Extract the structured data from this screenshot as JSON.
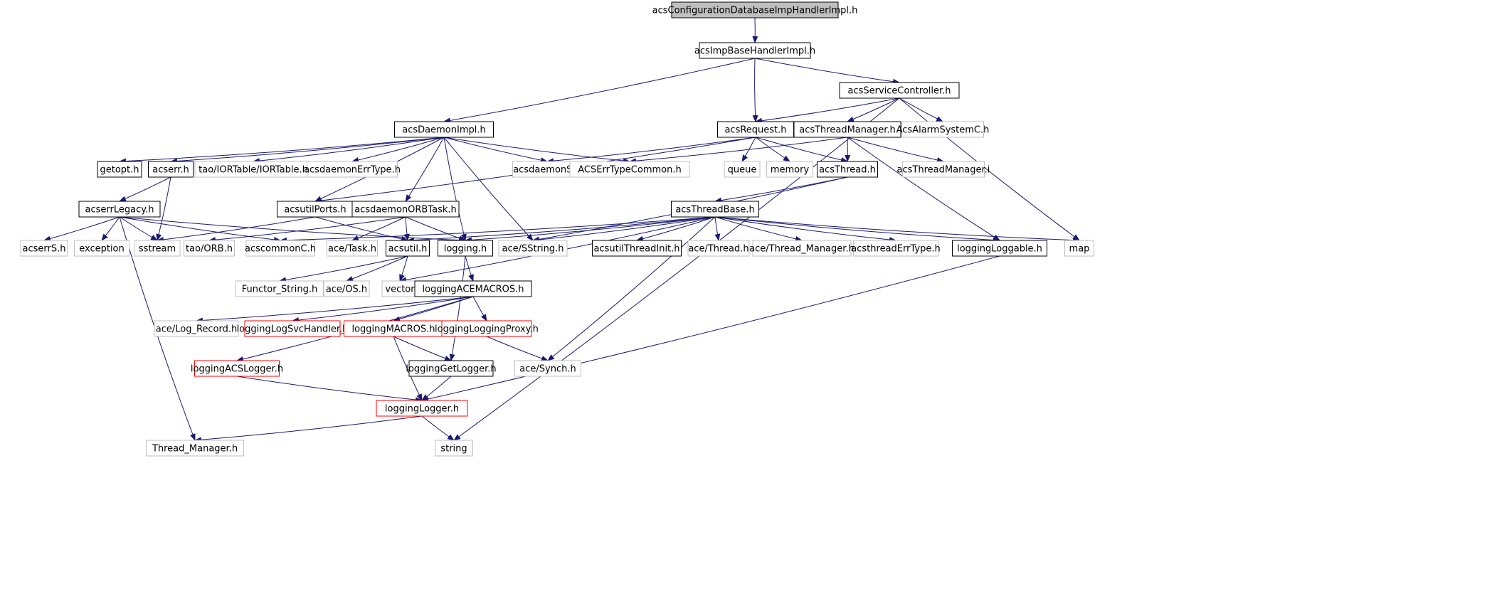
{
  "nodes": {
    "root": {
      "label": "acsConfigurationDatabaseImpHandlerImpl.h",
      "style": "root"
    },
    "impbase": {
      "label": "acsImpBaseHandlerImpl.h",
      "style": "normal"
    },
    "svcctrl": {
      "label": "acsServiceController.h",
      "style": "normal"
    },
    "daemon": {
      "label": "acsDaemonImpl.h",
      "style": "normal"
    },
    "request": {
      "label": "acsRequest.h",
      "style": "normal"
    },
    "thrmgr": {
      "label": "acsThreadManager.h",
      "style": "normal"
    },
    "alarmC": {
      "label": "AcsAlarmSystemC.h",
      "style": "external"
    },
    "getopt": {
      "label": "getopt.h",
      "style": "normal"
    },
    "acserr": {
      "label": "acserr.h",
      "style": "normal"
    },
    "iortable": {
      "label": "tao/IORTable/IORTable.h",
      "style": "external"
    },
    "daemonErr": {
      "label": "acsdaemonErrType.h",
      "style": "external"
    },
    "daemonS": {
      "label": "acsdaemonS.h",
      "style": "external"
    },
    "errCommon": {
      "label": "ACSErrTypeCommon.h",
      "style": "external"
    },
    "queue": {
      "label": "queue",
      "style": "external"
    },
    "memory": {
      "label": "memory",
      "style": "external"
    },
    "thread": {
      "label": "acsThread.h",
      "style": "normal"
    },
    "thrmgrI": {
      "label": "acsThreadManager.i",
      "style": "external"
    },
    "errLegacy": {
      "label": "acserrLegacy.h",
      "style": "normal"
    },
    "utilPorts": {
      "label": "acsutilPorts.h",
      "style": "normal"
    },
    "orbtask": {
      "label": "acsdaemonORBTask.h",
      "style": "normal"
    },
    "thrbase": {
      "label": "acsThreadBase.h",
      "style": "normal"
    },
    "acserrS": {
      "label": "acserrS.h",
      "style": "external"
    },
    "exception": {
      "label": "exception",
      "style": "external"
    },
    "sstream": {
      "label": "sstream",
      "style": "external"
    },
    "taoOrb": {
      "label": "tao/ORB.h",
      "style": "external"
    },
    "commonC": {
      "label": "acscommonC.h",
      "style": "external"
    },
    "aceTask": {
      "label": "ace/Task.h",
      "style": "external"
    },
    "acsutil": {
      "label": "acsutil.h",
      "style": "normal"
    },
    "logging": {
      "label": "logging.h",
      "style": "normal"
    },
    "sstring": {
      "label": "ace/SString.h",
      "style": "external"
    },
    "thrInit": {
      "label": "acsutilThreadInit.h",
      "style": "normal"
    },
    "aceThread": {
      "label": "ace/Thread.h",
      "style": "external"
    },
    "aceThrMgr": {
      "label": "ace/Thread_Manager.h",
      "style": "external"
    },
    "thrErr": {
      "label": "acsthreadErrType.h",
      "style": "external"
    },
    "loggable": {
      "label": "loggingLoggable.h",
      "style": "normal"
    },
    "map": {
      "label": "map",
      "style": "external"
    },
    "functor": {
      "label": "Functor_String.h",
      "style": "external"
    },
    "aceOS": {
      "label": "ace/OS.h",
      "style": "external"
    },
    "vector": {
      "label": "vector",
      "style": "external"
    },
    "aceMacros": {
      "label": "loggingACEMACROS.h",
      "style": "normal"
    },
    "logRecord": {
      "label": "ace/Log_Record.h",
      "style": "external"
    },
    "svcHandler": {
      "label": "loggingLogSvcHandler.h",
      "style": "red"
    },
    "logMacros": {
      "label": "loggingMACROS.h",
      "style": "red"
    },
    "logProxy": {
      "label": "loggingLoggingProxy.h",
      "style": "red"
    },
    "acsLogger": {
      "label": "loggingACSLogger.h",
      "style": "red"
    },
    "getLogger": {
      "label": "loggingGetLogger.h",
      "style": "normal"
    },
    "aceSynch": {
      "label": "ace/Synch.h",
      "style": "external"
    },
    "logger": {
      "label": "loggingLogger.h",
      "style": "red"
    },
    "thrManager": {
      "label": "Thread_Manager.h",
      "style": "external"
    },
    "string": {
      "label": "string",
      "style": "external"
    }
  },
  "edges": [
    [
      "root",
      "impbase"
    ],
    [
      "impbase",
      "daemon"
    ],
    [
      "impbase",
      "request"
    ],
    [
      "impbase",
      "svcctrl"
    ],
    [
      "svcctrl",
      "request"
    ],
    [
      "svcctrl",
      "thrmgr"
    ],
    [
      "svcctrl",
      "alarmC"
    ],
    [
      "svcctrl",
      "map"
    ],
    [
      "svcctrl",
      "string"
    ],
    [
      "daemon",
      "getopt"
    ],
    [
      "daemon",
      "acserr"
    ],
    [
      "daemon",
      "iortable"
    ],
    [
      "daemon",
      "daemonErr"
    ],
    [
      "daemon",
      "daemonS"
    ],
    [
      "daemon",
      "errCommon"
    ],
    [
      "daemon",
      "utilPorts"
    ],
    [
      "daemon",
      "orbtask"
    ],
    [
      "daemon",
      "logging"
    ],
    [
      "daemon",
      "sstring"
    ],
    [
      "request",
      "daemonS"
    ],
    [
      "request",
      "queue"
    ],
    [
      "request",
      "memory"
    ],
    [
      "request",
      "thread"
    ],
    [
      "request",
      "utilPorts"
    ],
    [
      "thrmgr",
      "errCommon"
    ],
    [
      "thrmgr",
      "thread"
    ],
    [
      "thrmgr",
      "thrmgrI"
    ],
    [
      "thrmgr",
      "loggable"
    ],
    [
      "acserr",
      "errLegacy"
    ],
    [
      "acserr",
      "sstream"
    ],
    [
      "errLegacy",
      "acserrS"
    ],
    [
      "errLegacy",
      "exception"
    ],
    [
      "errLegacy",
      "sstream"
    ],
    [
      "errLegacy",
      "commonC"
    ],
    [
      "errLegacy",
      "logging"
    ],
    [
      "errLegacy",
      "thrManager"
    ],
    [
      "thread",
      "thrbase"
    ],
    [
      "thread",
      "sstring"
    ],
    [
      "utilPorts",
      "sstream"
    ],
    [
      "utilPorts",
      "acsutil"
    ],
    [
      "orbtask",
      "taoOrb"
    ],
    [
      "orbtask",
      "aceTask"
    ],
    [
      "orbtask",
      "acsutil"
    ],
    [
      "orbtask",
      "logging"
    ],
    [
      "thrbase",
      "commonC"
    ],
    [
      "thrbase",
      "acsutil"
    ],
    [
      "thrbase",
      "logging"
    ],
    [
      "thrbase",
      "sstring"
    ],
    [
      "thrbase",
      "thrInit"
    ],
    [
      "thrbase",
      "aceThread"
    ],
    [
      "thrbase",
      "aceThrMgr"
    ],
    [
      "thrbase",
      "thrErr"
    ],
    [
      "thrbase",
      "loggable"
    ],
    [
      "thrbase",
      "map"
    ],
    [
      "thrbase",
      "vector"
    ],
    [
      "thrbase",
      "aceSynch"
    ],
    [
      "acsutil",
      "functor"
    ],
    [
      "acsutil",
      "aceOS"
    ],
    [
      "acsutil",
      "vector"
    ],
    [
      "logging",
      "aceMacros"
    ],
    [
      "logging",
      "getLogger"
    ],
    [
      "aceMacros",
      "logRecord"
    ],
    [
      "aceMacros",
      "svcHandler"
    ],
    [
      "aceMacros",
      "logMacros"
    ],
    [
      "aceMacros",
      "logProxy"
    ],
    [
      "aceMacros",
      "acsLogger"
    ],
    [
      "logMacros",
      "getLogger"
    ],
    [
      "logMacros",
      "logger"
    ],
    [
      "logProxy",
      "aceSynch"
    ],
    [
      "acsLogger",
      "logger"
    ],
    [
      "getLogger",
      "logger"
    ],
    [
      "loggable",
      "logger"
    ],
    [
      "logger",
      "thrManager"
    ],
    [
      "logger",
      "string"
    ]
  ],
  "colors": {
    "edge": "#191970",
    "border_normal": "#000000",
    "border_external": "#bfbfbf",
    "border_red": "#ff0000",
    "root_fill": "#bfbfbf",
    "text": "#000000"
  }
}
